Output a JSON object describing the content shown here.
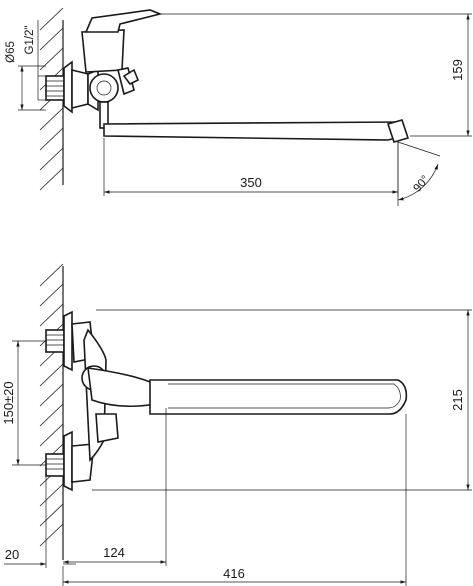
{
  "dimensions": {
    "side_diameter": "Ø65",
    "side_thread": "G1/2\"",
    "side_height": "159",
    "side_spout_reach": "350",
    "side_spout_angle": "90°",
    "front_inlet_spacing": "150±20",
    "front_height": "215",
    "front_handle_offset": "124",
    "front_total_length": "416",
    "front_wall_offset": "20"
  }
}
